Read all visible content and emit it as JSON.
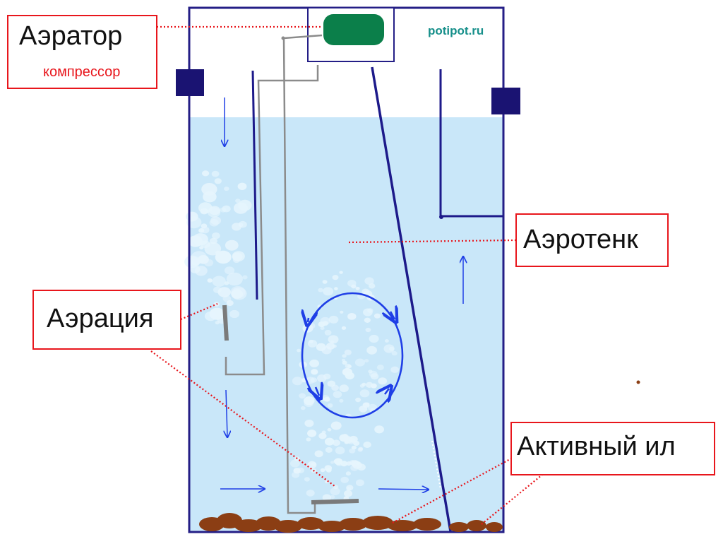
{
  "labels": {
    "aerator": "Аэратор",
    "aerator_sub": "компрессор",
    "aerotank": "Аэротенк",
    "aeration": "Аэрация",
    "sludge": "Активный ил"
  },
  "watermark": "potipot.ru",
  "colors": {
    "water": "#c9e7f9",
    "tank_outline": "#241e86",
    "partition": "#1d1a8a",
    "pipe": "#8b8b8b",
    "compressor": "#0b7f4a",
    "flow_arrow": "#1f3fe6",
    "bubble": "#e6f5fd",
    "sludge": "#8b3e14",
    "label_border": "#e8161c",
    "leader_line": "#e8161c",
    "watermark": "#168f8a"
  },
  "icons": {
    "flow": "arrow-icon",
    "circulation": "circulation-loop-icon",
    "compressor": "compressor-icon"
  }
}
